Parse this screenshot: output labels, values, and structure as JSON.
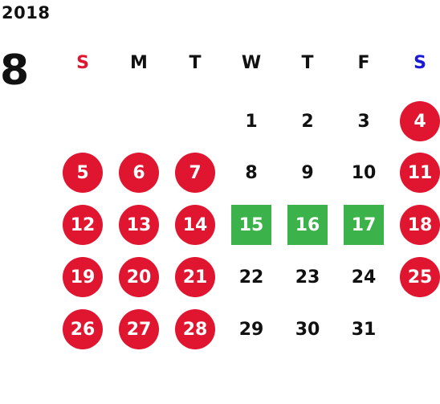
{
  "year": "2018",
  "month": "8",
  "weekdays": [
    {
      "label": "S",
      "color": "#e0152f"
    },
    {
      "label": "M",
      "color": "#111111"
    },
    {
      "label": "T",
      "color": "#111111"
    },
    {
      "label": "W",
      "color": "#111111"
    },
    {
      "label": "T",
      "color": "#111111"
    },
    {
      "label": "F",
      "color": "#111111"
    },
    {
      "label": "S",
      "color": "#1a1ad6"
    }
  ],
  "colors": {
    "holiday": "#e0152f",
    "highlight": "#3cb34a",
    "text": "#111111"
  },
  "days": [
    {
      "day": "1",
      "col": 3,
      "week": 0,
      "style": "normal"
    },
    {
      "day": "2",
      "col": 4,
      "week": 0,
      "style": "normal"
    },
    {
      "day": "3",
      "col": 5,
      "week": 0,
      "style": "normal"
    },
    {
      "day": "4",
      "col": 6,
      "week": 0,
      "style": "holiday"
    },
    {
      "day": "5",
      "col": 0,
      "week": 1,
      "style": "holiday"
    },
    {
      "day": "6",
      "col": 1,
      "week": 1,
      "style": "holiday"
    },
    {
      "day": "7",
      "col": 2,
      "week": 1,
      "style": "holiday"
    },
    {
      "day": "8",
      "col": 3,
      "week": 1,
      "style": "normal"
    },
    {
      "day": "9",
      "col": 4,
      "week": 1,
      "style": "normal"
    },
    {
      "day": "10",
      "col": 5,
      "week": 1,
      "style": "normal"
    },
    {
      "day": "11",
      "col": 6,
      "week": 1,
      "style": "holiday"
    },
    {
      "day": "12",
      "col": 0,
      "week": 2,
      "style": "holiday"
    },
    {
      "day": "13",
      "col": 1,
      "week": 2,
      "style": "holiday"
    },
    {
      "day": "14",
      "col": 2,
      "week": 2,
      "style": "holiday"
    },
    {
      "day": "15",
      "col": 3,
      "week": 2,
      "style": "highlight"
    },
    {
      "day": "16",
      "col": 4,
      "week": 2,
      "style": "highlight"
    },
    {
      "day": "17",
      "col": 5,
      "week": 2,
      "style": "highlight"
    },
    {
      "day": "18",
      "col": 6,
      "week": 2,
      "style": "holiday"
    },
    {
      "day": "19",
      "col": 0,
      "week": 3,
      "style": "holiday"
    },
    {
      "day": "20",
      "col": 1,
      "week": 3,
      "style": "holiday"
    },
    {
      "day": "21",
      "col": 2,
      "week": 3,
      "style": "holiday"
    },
    {
      "day": "22",
      "col": 3,
      "week": 3,
      "style": "normal"
    },
    {
      "day": "23",
      "col": 4,
      "week": 3,
      "style": "normal"
    },
    {
      "day": "24",
      "col": 5,
      "week": 3,
      "style": "normal"
    },
    {
      "day": "25",
      "col": 6,
      "week": 3,
      "style": "holiday"
    },
    {
      "day": "26",
      "col": 0,
      "week": 4,
      "style": "holiday"
    },
    {
      "day": "27",
      "col": 1,
      "week": 4,
      "style": "holiday"
    },
    {
      "day": "28",
      "col": 2,
      "week": 4,
      "style": "holiday"
    },
    {
      "day": "29",
      "col": 3,
      "week": 4,
      "style": "normal"
    },
    {
      "day": "30",
      "col": 4,
      "week": 4,
      "style": "normal"
    },
    {
      "day": "31",
      "col": 5,
      "week": 4,
      "style": "normal"
    }
  ]
}
